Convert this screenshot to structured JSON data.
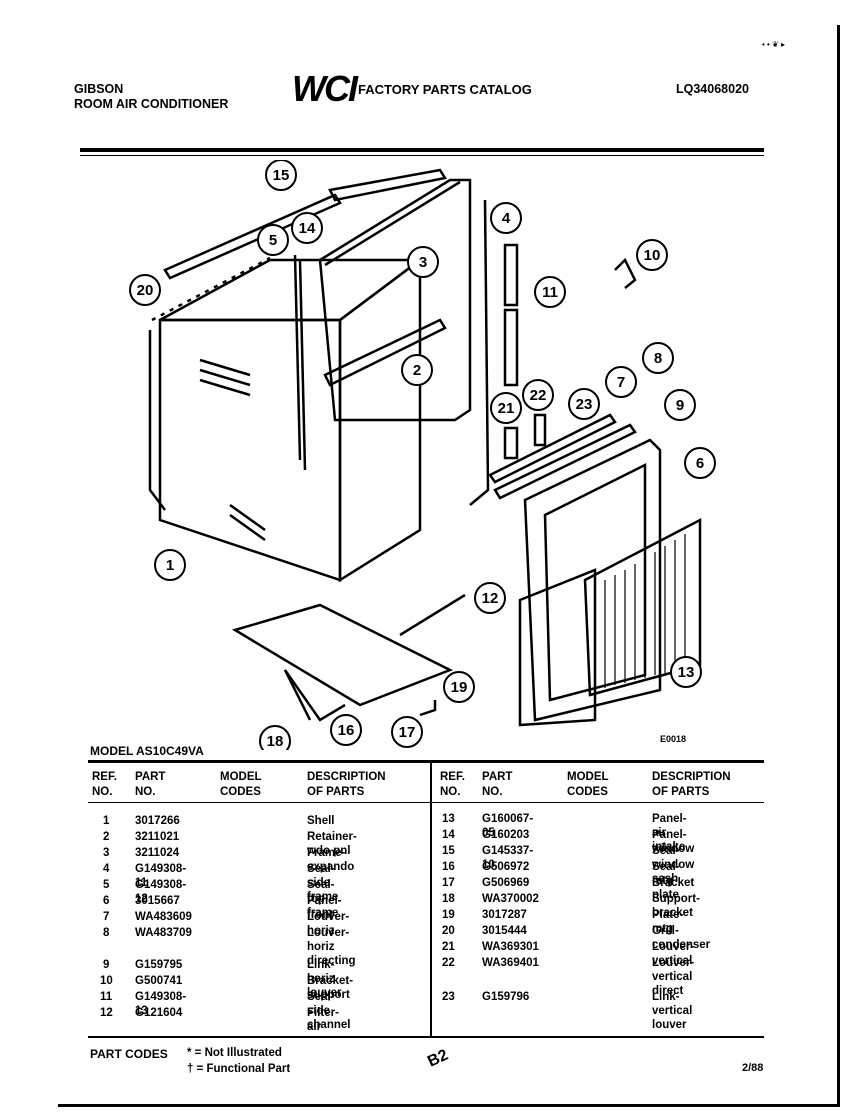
{
  "header": {
    "brand": "GIBSON",
    "product": "ROOM AIR CONDITIONER",
    "logo": "WCI",
    "catalog_title": "FACTORY PARTS CATALOG",
    "catalog_number": "LQ34068020"
  },
  "top_right_marks": "• • ❦ ▸",
  "diagram": {
    "code": "E0018",
    "callouts": [
      "1",
      "2",
      "3",
      "4",
      "5",
      "6",
      "7",
      "8",
      "9",
      "10",
      "11",
      "12",
      "13",
      "14",
      "15",
      "16",
      "17",
      "18",
      "19",
      "20",
      "21",
      "22",
      "23"
    ]
  },
  "model": "MODEL AS10C49VA",
  "table": {
    "columns": [
      "REF.\nNO.",
      "PART\nNO.",
      "MODEL\nCODES",
      "DESCRIPTION\nOF PARTS"
    ],
    "left_rows": [
      {
        "ref": "1",
        "part": "3017266",
        "desc": "Shell"
      },
      {
        "ref": "2",
        "part": "3211021",
        "desc": "Retainer-wdo pnl"
      },
      {
        "ref": "3",
        "part": "3211024",
        "desc": "Frame-expando"
      },
      {
        "ref": "4",
        "part": "G149308-11",
        "desc": "Seal-side frame"
      },
      {
        "ref": "5",
        "part": "G149308-12",
        "desc": "Seal-top frame"
      },
      {
        "ref": "6",
        "part": "3015667",
        "desc": "Panel-front"
      },
      {
        "ref": "7",
        "part": "WA483609",
        "desc": "Louver-horiz"
      },
      {
        "ref": "8",
        "part": "WA483709",
        "desc": "Louver-horiz\ndirecting"
      },
      {
        "ref": "9",
        "part": "G159795",
        "desc": "Link-horiz louver"
      },
      {
        "ref": "10",
        "part": "G500741",
        "desc": "Bracket-support"
      },
      {
        "ref": "11",
        "part": "G149308-13",
        "desc": "Seal-side channel"
      },
      {
        "ref": "12",
        "part": "G121604",
        "desc": "Filter-air"
      }
    ],
    "right_rows": [
      {
        "ref": "13",
        "part": "G160067-05",
        "desc": "Panel-air intake"
      },
      {
        "ref": "14",
        "part": "G160203",
        "desc": "Panel-window"
      },
      {
        "ref": "15",
        "part": "G145337-10",
        "desc": "Seal-window sash"
      },
      {
        "ref": "16",
        "part": "G506972",
        "desc": "Seal-mtg plate"
      },
      {
        "ref": "17",
        "part": "G506969",
        "desc": "Bracket"
      },
      {
        "ref": "18",
        "part": "WA370002",
        "desc": "Support-bracket"
      },
      {
        "ref": "19",
        "part": "3017287",
        "desc": "Plate-mtg"
      },
      {
        "ref": "20",
        "part": "3015444",
        "desc": "Grill-condenser"
      },
      {
        "ref": "21",
        "part": "WA369301",
        "desc": "Louver-vertical"
      },
      {
        "ref": "22",
        "part": "WA369401",
        "desc": "Louver-vertical\ndirect"
      },
      {
        "ref": "23",
        "part": "G159796",
        "desc": "Link-vertical louver"
      }
    ]
  },
  "footer": {
    "part_codes_label": "PART CODES",
    "code_1": "* = Not Illustrated",
    "code_2": "† = Functional Part",
    "page_mark": "B2",
    "date": "2/88"
  }
}
